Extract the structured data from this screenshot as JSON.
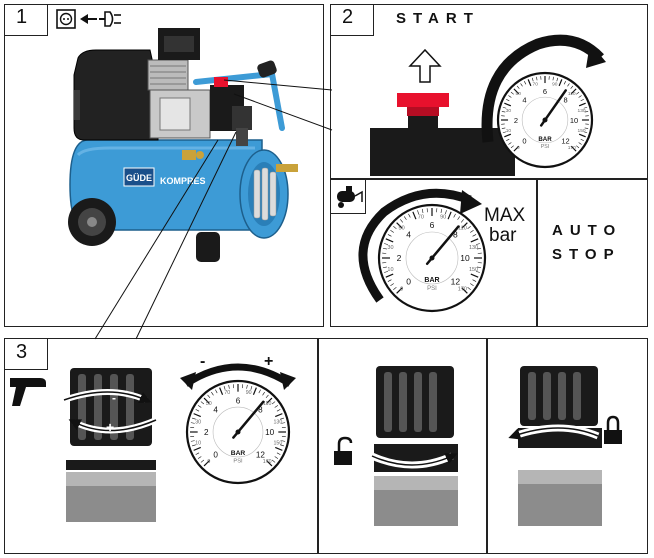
{
  "panel1": {
    "number": "1"
  },
  "panel2": {
    "number": "2",
    "title": "START",
    "max_label_line1": "MAX",
    "max_label_line2": "bar",
    "auto_stop_line1": "AUTO",
    "auto_stop_line2": "STOP"
  },
  "panel3": {
    "number": "3",
    "minus": "-",
    "plus": "+"
  },
  "brand": {
    "logo": "GÜDE",
    "model": "KOMPRES"
  },
  "gauge": {
    "bar_label": "BAR",
    "psi_label": "PSI",
    "bar_ticks": [
      "0",
      "2",
      "4",
      "6",
      "8",
      "10",
      "12"
    ],
    "psi_ticks": [
      "0",
      "10",
      "30",
      "50",
      "70",
      "90",
      "110",
      "130",
      "150",
      "170"
    ]
  },
  "colors": {
    "accent_red": "#e8112d",
    "tank_blue": "#3d9bd6",
    "black": "#1a1a1a"
  }
}
